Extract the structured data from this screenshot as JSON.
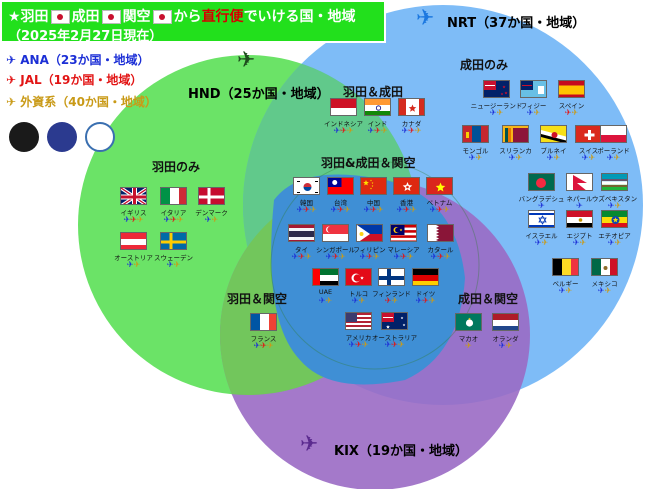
{
  "title": {
    "line1_pre": "★羽田",
    "line1_a": "成田",
    "line1_b": "関空",
    "line1_mid": "から",
    "line1_hl": "直行便",
    "line1_post": "でいける国・地域",
    "line2": "（2025年2月27日現在）"
  },
  "legend": [
    {
      "label": "ANA（23か国・地域）",
      "color": "#1c2fd6"
    },
    {
      "label": "JAL（19か国・地域）",
      "color": "#e21414"
    },
    {
      "label": "外資系（40か国・地域）",
      "color": "#c99a17"
    }
  ],
  "alliances": [
    "star-alliance-logo",
    "oneworld-logo",
    "skyteam-logo"
  ],
  "airports": {
    "hnd": "HND（25か国・地域）",
    "nrt": "NRT（37か国・地域）",
    "kix": "KIX（19か国・地域）"
  },
  "regions": {
    "haneda_only": "羽田のみ",
    "narita_only": "成田のみ",
    "haneda_narita": "羽田＆成田",
    "all_three": "羽田&成田＆関空",
    "haneda_kansai": "羽田＆関空",
    "narita_kansai": "成田＆関空"
  },
  "colors": {
    "hnd": "#55e050",
    "nrt": "#5aa9f5",
    "kix": "#9a6ac4",
    "overlap_all": "#4a93d0"
  },
  "countries": [
    {
      "id": "nz",
      "name": "ニュージーランド",
      "flag": "nz",
      "planes": [
        "a",
        "g"
      ]
    },
    {
      "id": "fj",
      "name": "フィジー",
      "flag": "fj",
      "planes": [
        "a",
        "g"
      ]
    },
    {
      "id": "es",
      "name": "スペイン",
      "flag": "es",
      "planes": [
        "j",
        "g"
      ]
    },
    {
      "id": "mn",
      "name": "モンゴル",
      "flag": "mn",
      "planes": [
        "a",
        "g"
      ]
    },
    {
      "id": "lk",
      "name": "スリランカ",
      "flag": "lk",
      "planes": [
        "a",
        "g"
      ]
    },
    {
      "id": "bn",
      "name": "ブルネイ",
      "flag": "bn",
      "planes": [
        "a",
        "g"
      ]
    },
    {
      "id": "ch",
      "name": "スイス",
      "flag": "ch",
      "planes": [
        "a",
        "g"
      ]
    },
    {
      "id": "pl",
      "name": "ポーランド",
      "flag": "pl",
      "planes": [
        "a",
        "g"
      ]
    },
    {
      "id": "bd",
      "name": "バングラデシュ",
      "flag": "bd",
      "planes": [
        "a"
      ]
    },
    {
      "id": "np",
      "name": "ネパール",
      "flag": "np",
      "planes": [
        "a"
      ]
    },
    {
      "id": "uz",
      "name": "ウズベキスタン",
      "flag": "uz",
      "planes": [
        "a",
        "g"
      ]
    },
    {
      "id": "il",
      "name": "イスラエル",
      "flag": "il",
      "planes": [
        "a",
        "g"
      ]
    },
    {
      "id": "eg",
      "name": "エジプト",
      "flag": "eg",
      "planes": [
        "a",
        "g"
      ]
    },
    {
      "id": "et",
      "name": "エチオピア",
      "flag": "et",
      "planes": [
        "a",
        "g"
      ]
    },
    {
      "id": "be",
      "name": "ベルギー",
      "flag": "be",
      "planes": [
        "a",
        "g"
      ]
    },
    {
      "id": "mx",
      "name": "メキシコ",
      "flag": "mx",
      "planes": [
        "a",
        "g"
      ]
    },
    {
      "id": "mo",
      "name": "マカオ",
      "flag": "mo",
      "planes": [
        "g"
      ]
    },
    {
      "id": "nl",
      "name": "オランダ",
      "flag": "nl",
      "planes": [
        "a",
        "g"
      ]
    },
    {
      "id": "gb",
      "name": "イギリス",
      "flag": "gb",
      "planes": [
        "a",
        "j",
        "g"
      ]
    },
    {
      "id": "it",
      "name": "イタリア",
      "flag": "it",
      "planes": [
        "a",
        "j",
        "g"
      ]
    },
    {
      "id": "dk",
      "name": "デンマーク",
      "flag": "dk",
      "planes": [
        "a",
        "g"
      ]
    },
    {
      "id": "at",
      "name": "オーストリア",
      "flag": "at",
      "planes": [
        "a",
        "g"
      ]
    },
    {
      "id": "se",
      "name": "スウェーデン",
      "flag": "se",
      "planes": [
        "a",
        "g"
      ]
    },
    {
      "id": "fr",
      "name": "フランス",
      "flag": "fr",
      "planes": [
        "a",
        "j",
        "g"
      ]
    },
    {
      "id": "id",
      "name": "インドネシア",
      "flag": "id",
      "planes": [
        "a",
        "j",
        "g"
      ]
    },
    {
      "id": "in",
      "name": "インド",
      "flag": "in",
      "planes": [
        "a",
        "j",
        "g"
      ]
    },
    {
      "id": "ca",
      "name": "カナダ",
      "flag": "ca",
      "planes": [
        "a",
        "j",
        "g"
      ]
    },
    {
      "id": "kr",
      "name": "韓国",
      "flag": "kr",
      "planes": [
        "a",
        "j",
        "g"
      ]
    },
    {
      "id": "tw",
      "name": "台湾",
      "flag": "tw",
      "planes": [
        "a",
        "j",
        "g"
      ]
    },
    {
      "id": "cn",
      "name": "中国",
      "flag": "cn",
      "planes": [
        "a",
        "j",
        "g"
      ]
    },
    {
      "id": "hk",
      "name": "香港",
      "flag": "hk",
      "planes": [
        "a",
        "j",
        "g"
      ]
    },
    {
      "id": "vn",
      "name": "ベトナム",
      "flag": "vn",
      "planes": [
        "a",
        "j",
        "g"
      ]
    },
    {
      "id": "th",
      "name": "タイ",
      "flag": "th",
      "planes": [
        "a",
        "j",
        "g"
      ]
    },
    {
      "id": "sg",
      "name": "シンガポール",
      "flag": "sg",
      "planes": [
        "a",
        "j",
        "g"
      ]
    },
    {
      "id": "ph",
      "name": "フィリピン",
      "flag": "ph",
      "planes": [
        "a",
        "j",
        "g"
      ]
    },
    {
      "id": "my",
      "name": "マレーシア",
      "flag": "my",
      "planes": [
        "a",
        "j",
        "g"
      ]
    },
    {
      "id": "qa",
      "name": "カタール",
      "flag": "qa",
      "planes": [
        "a",
        "j",
        "g"
      ]
    },
    {
      "id": "ae",
      "name": "UAE",
      "flag": "ae",
      "planes": [
        "a",
        "g"
      ]
    },
    {
      "id": "tr",
      "name": "トルコ",
      "flag": "tr",
      "planes": [
        "a",
        "g"
      ]
    },
    {
      "id": "fi",
      "name": "フィンランド",
      "flag": "fi",
      "planes": [
        "j",
        "g"
      ]
    },
    {
      "id": "de",
      "name": "ドイツ",
      "flag": "de",
      "planes": [
        "a",
        "j",
        "g"
      ]
    },
    {
      "id": "us",
      "name": "アメリカ",
      "flag": "us",
      "planes": [
        "a",
        "j",
        "g"
      ]
    },
    {
      "id": "au",
      "name": "オーストラリア",
      "flag": "au",
      "planes": [
        "a",
        "j",
        "g"
      ]
    }
  ]
}
